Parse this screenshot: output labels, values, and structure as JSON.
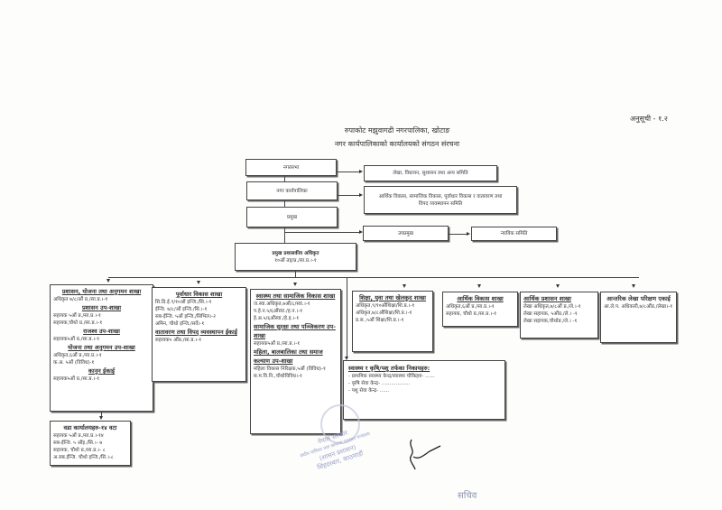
{
  "annex": "अनुसूची - १.२",
  "title_line1": "रुपाकोट मझुवागढी नगरपालिका, खोटाङ",
  "title_line2": "नगर कार्यपालिकाको कार्यालयको संगठन संरचना",
  "top": {
    "nagarsabha": "नगरसभा",
    "committee1": "लेखा, विधायन, सुशासन तथा अन्य समिति",
    "karyapalika": "नगर कार्यपालिका",
    "committee2": "आर्थिक विकास, सामाजिक विकास, पूर्वाधार विकास र वातावरण तथा विपद व्यवस्थापन समिति",
    "pramukh": "प्रमुख",
    "upapramukh": "उपप्रमुख",
    "nyayik": "न्यायिक समिति",
    "cao_title": "प्रमुख प्रशासकीय अधिकृत",
    "cao_sub": "१०औं तह/प्र./सा.प्र.।-१"
  },
  "branches": {
    "admin": {
      "title": "प्रशासन, योजना तथा अनुगमन शाखा",
      "l1": "अधिकृत ७/८/औं प्र./सा.प्र.।-१",
      "s1": "प्रशासन उप-शाखा",
      "l2": "सहायक ५औं प्र./सा.प्र.।-१",
      "l3": "सहायक,चौथो प्र./सा.प्र.।-१",
      "s2": "राजश्व उप-शाखा",
      "l4": "सहायक५औं प्र./सा.प्र.।-१",
      "s3": "योजना तथा अनुगमन उप-शाखा",
      "l5": "अधिकृत,६औं प्र./सा.प्र.।-१",
      "l6": "क.अ. ५औं (विविध)-१",
      "s4": "कानुन ईकाई",
      "l7": "सहायक५औं प्र./सा.प्र.।-१"
    },
    "infra": {
      "title": "पूर्वाधार विकास शाखा",
      "l1": "सि.डि.ई.९/१०औं इन्जि./सि.।-१",
      "l2": "ईन्जि. ७/८/औं इन्जि./सि.।-१",
      "l3": "सब-ईन्जि. ५औं इन्जि./सिभिल।-२",
      "l4": "अमिन, चौथो इन्जि./सर्वे।-१",
      "s1": "वातावरण तथा विपद् व्यवस्थापन ईकाई",
      "l5": "सहायक५ औंप्र./सा.प्र.।-१"
    },
    "health": {
      "title": "स्वास्थ्य तथा सामाजिक विकास शाखा",
      "l1": "ज.स्वा.अधिकृत,७औं/८/स्वा.।-१",
      "l2": "प.हे.न.५/६औंस्वा./ह.न.।-१",
      "l3": "हे.अ.५/६औंस्वा./हे.इ.।-१",
      "s1": "सामाजिक सुरक्षा तथा पञ्जिकरण उप-शाखा",
      "l4": "सहायक५औं प्र./सा.प्र.।-१",
      "s2": "महिला, बालबालिका तथा समाज कल्याण उप-शाखा",
      "l5": "महिला विकास निरिक्षक,५औं (विविध)-१",
      "l6": "स.म.वि.नि.,चौथोविविध।-१"
    },
    "education": {
      "title": "शिक्षा, युवा तथा खेलकुद शाखा",
      "l1": "अधिकृत,९/१०औंशिक्षा/शि.प्र.।-१",
      "l2": "अधिकृत,७/८औंशिक्षा/शि.प्र.।-१",
      "l3": "प्र.स.,५औं शिक्षा/शि.प्र.।-१"
    },
    "economic": {
      "title": "आर्थिक विकास शाखा",
      "l1": "अधिकृत,६औं प्र./सा.प्र.।-१",
      "l2": "सहायक, चौथो प्र./सा.प्र.।-१"
    },
    "finance": {
      "title": "आर्थिक प्रशासन शाखा",
      "l1": "लेखा अधिकृत,७/८औं प्र./ले.।-१",
      "l2": "लेखा सहायक, ५औंप्र./ले.। -१",
      "l3": "लेखा सहायक,चौथोप्र./ले.। -१"
    },
    "audit": {
      "title": "आन्तरिक लेखा परिक्षण एकाई",
      "l1": "आ.ले.प. अधिकारी,७/८औंप्र./लेखा।-१"
    }
  },
  "ward": {
    "title": "वडा कार्यालयहरु-१४ वटा",
    "l1": "सहायक ५औं प्र./सा.प्र.।-१४",
    "l2": "सब-ईन्जि. ५ औंइ./सि.।- ७",
    "l3": "सहायक, चौथो प्र./सा.प्र.।- ८",
    "l4": "अ.सब.ईन्जि. चौथो इन्जि./सि.।-८"
  },
  "offices": {
    "title": "स्वास्थ्य र कृषि/पशु तर्फका निकायहरु:",
    "l1": "- प्राथमिक स्वास्थ्य केन्द्र/स्वास्थ्य चौकिहरु- ......",
    "l2": "- कृषि सेवा केन्द्र- ..................",
    "l3": "- पशु सेवा केन्द्र- ......"
  },
  "stamp": [
    "नेपाल सरकार",
    "संघीय मामिला तथा सामान्य प्रशासन मन्त्रालय",
    "(शासन प्रशासन)",
    "सिंहदरबार, काठमाडौं"
  ],
  "secretary": "सचिव"
}
